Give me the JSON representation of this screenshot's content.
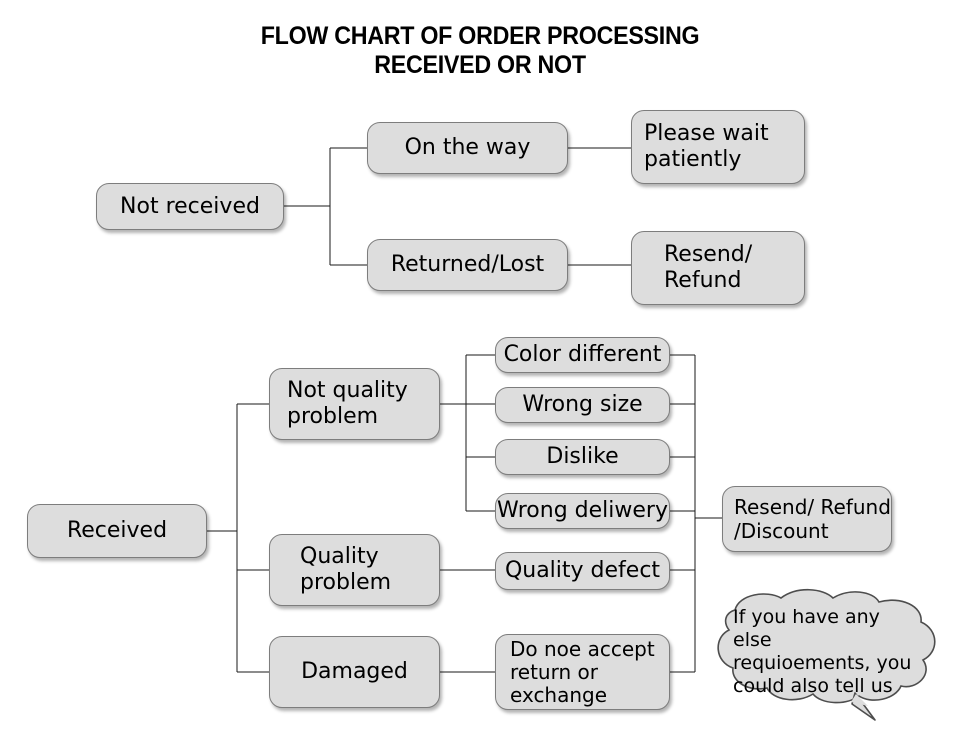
{
  "title": "FLOW CHART OF ORDER PROCESSING\nRECEIVED OR NOT",
  "colors": {
    "node_fill": "#dddddd",
    "node_border": "#7d7d7d",
    "line": "#1a1a1a",
    "text": "#000000",
    "background": "#ffffff"
  },
  "sections": {
    "not_received": {
      "root": "Not received",
      "branches": [
        {
          "cause": "On the way",
          "action": "Please wait\npatiently"
        },
        {
          "cause": "Returned/Lost",
          "action": "Resend/\nRefund"
        }
      ]
    },
    "received": {
      "root": "Received",
      "branches": [
        {
          "category": "Not quality\nproblem",
          "reasons": [
            "Color different",
            "Wrong size",
            "Dislike",
            "Wrong deliwery"
          ]
        },
        {
          "category": "Quality\nproblem",
          "reasons": [
            "Quality defect"
          ]
        },
        {
          "category": "Damaged",
          "reasons": [
            "Do noe accept\nreturn or\nexchange"
          ]
        }
      ],
      "outcome": "Resend/ Refund\n/Discount"
    }
  },
  "callout": {
    "text": "If you have any else\nrequioements, you\ncould also tell us"
  }
}
